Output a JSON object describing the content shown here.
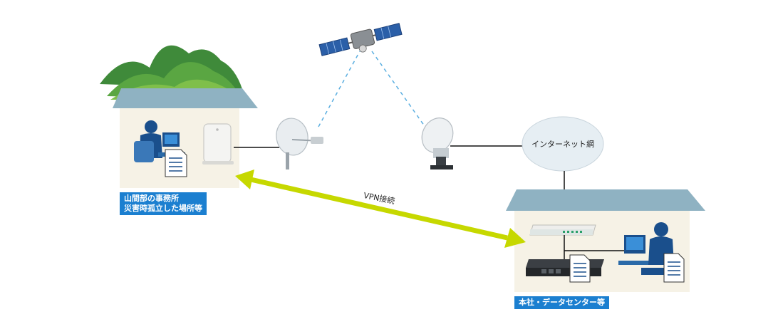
{
  "labels": {
    "remote_site_line1": "山間部の事務所",
    "remote_site_line2": "災害時孤立した場所等",
    "internet": "インターネット網",
    "vpn": "VPN接続",
    "hq": "本社・データセンター等"
  },
  "colors": {
    "label_bg": "#1b7fd0",
    "vpn_arrow": "#c6d800",
    "roof": "#8fb2c2",
    "wall": "#f6f2e6",
    "mountain_dark": "#3f8a3a",
    "mountain_light": "#7fbf4a",
    "person": "#1a4f8c",
    "satellite_link": "#5aaee0",
    "cloud": "#e6eef3"
  },
  "icons": {
    "satellite": "satellite-icon",
    "dish_small": "satellite-dish-icon",
    "dish_ground": "ground-station-icon",
    "router": "router-icon",
    "switch": "switch-icon",
    "firewall": "firewall-icon",
    "document": "document-icon",
    "person": "person-at-pc-icon"
  }
}
